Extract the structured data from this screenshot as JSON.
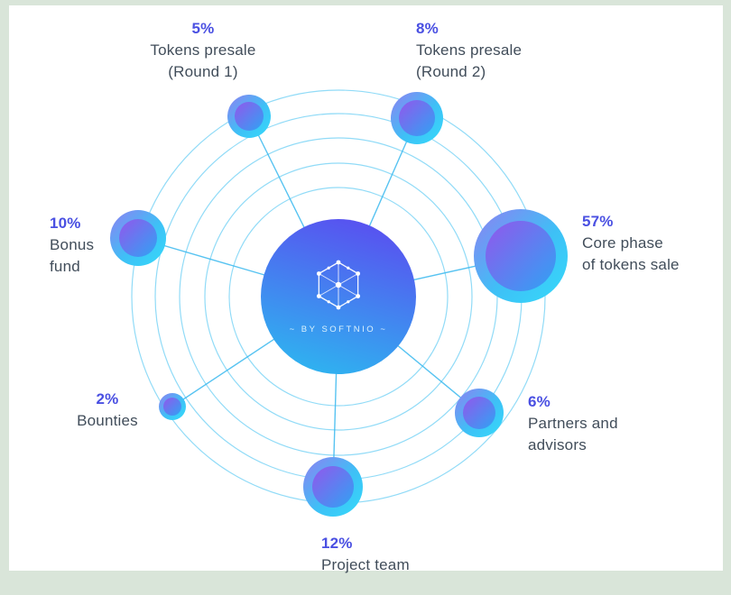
{
  "center": {
    "caption": "~ BY SOFTNIO ~",
    "icon": "hexagon-network-icon"
  },
  "nodes": [
    {
      "id": "tokens-presale-round-1",
      "pct": "5%",
      "line1": "Tokens presale",
      "line2": "(Round 1)"
    },
    {
      "id": "tokens-presale-round-2",
      "pct": "8%",
      "line1": "Tokens presale",
      "line2": "(Round 2)"
    },
    {
      "id": "bonus-fund",
      "pct": "10%",
      "line1": "Bonus",
      "line2": "fund"
    },
    {
      "id": "core-phase",
      "pct": "57%",
      "line1": "Core phase",
      "line2": "of tokens sale"
    },
    {
      "id": "bounties",
      "pct": "2%",
      "line1": "Bounties"
    },
    {
      "id": "partners-and-advisors",
      "pct": "6%",
      "line1": "Partners and",
      "line2": "advisors"
    },
    {
      "id": "project-team",
      "pct": "12%",
      "line1": "Project team"
    }
  ],
  "colors": {
    "percent_text": "#4a50e2",
    "description_text": "#414d5a",
    "ring_stroke": "#47c3f2",
    "connector_line": "#3ab9ef",
    "bubble_purple": "#9257ec",
    "bubble_cyan": "#35dafa",
    "center_gradient_start": "#5852f0",
    "center_gradient_end": "#2eb4f0",
    "frame_background": "#d9e5d9"
  },
  "chart_data": {
    "type": "pie",
    "title": "",
    "categories": [
      "Tokens presale (Round 1)",
      "Tokens presale (Round 2)",
      "Bonus fund",
      "Core phase of tokens sale",
      "Bounties",
      "Partners and advisors",
      "Project team"
    ],
    "values": [
      5,
      8,
      10,
      57,
      2,
      6,
      12
    ],
    "legend_position": "around",
    "units": "%"
  }
}
